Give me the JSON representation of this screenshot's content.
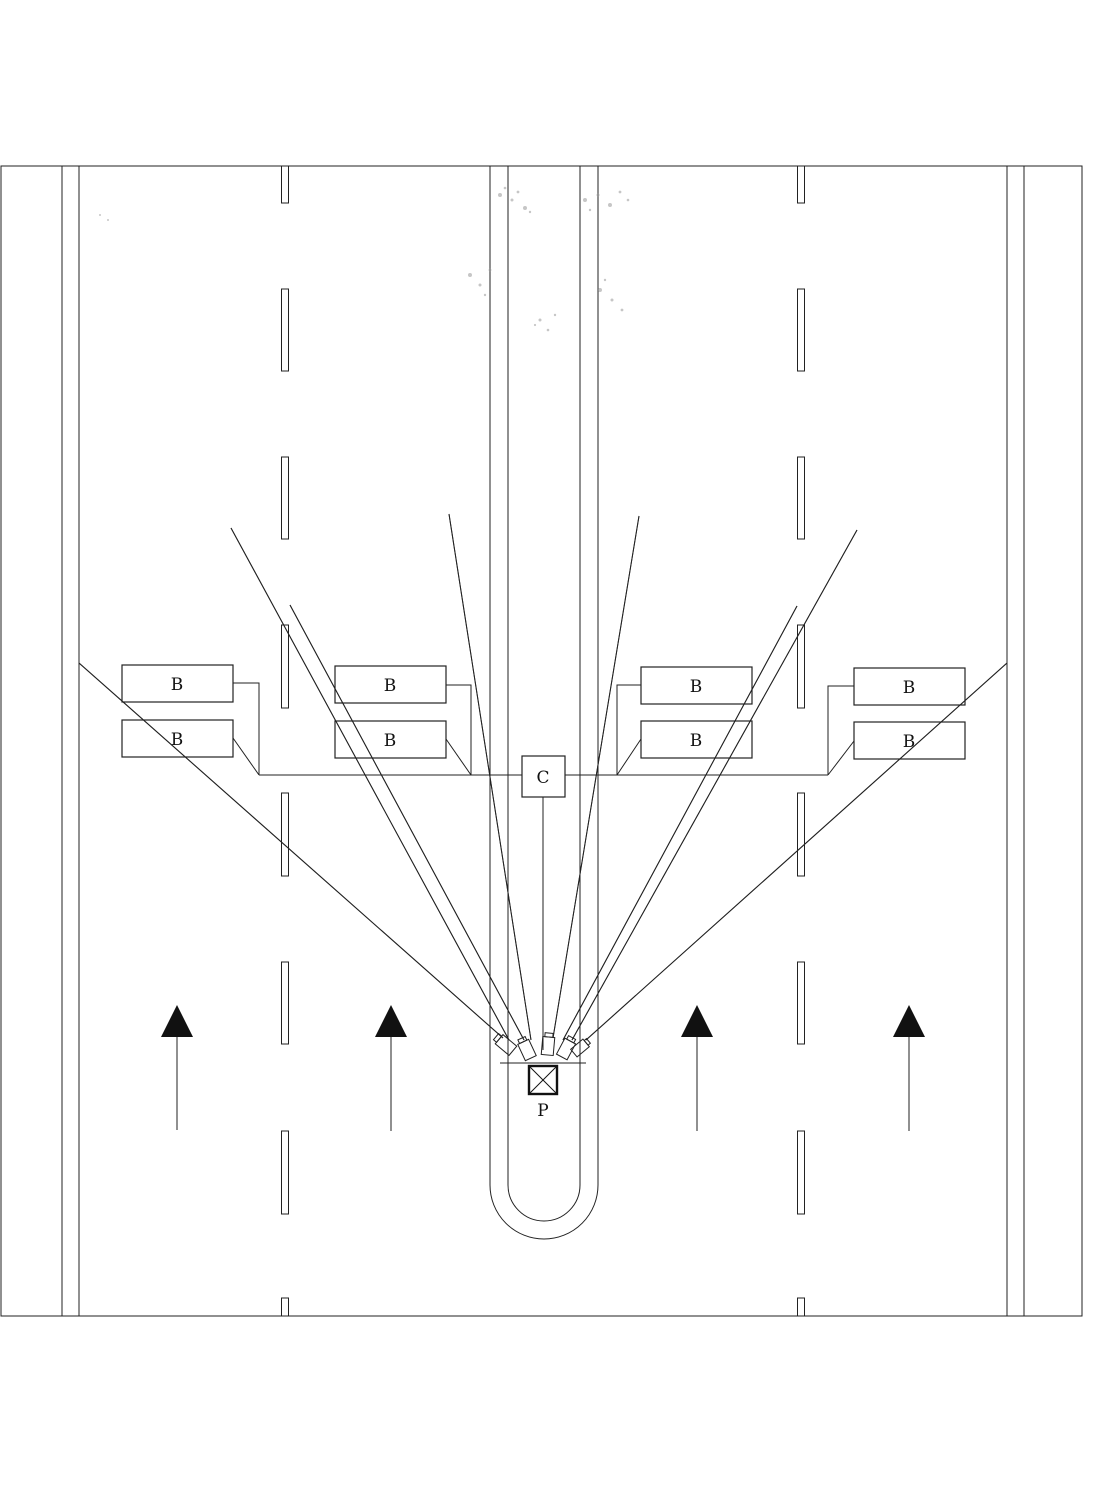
{
  "labels": {
    "box_b": "B",
    "box_c": "C",
    "box_p": "P"
  },
  "colors": {
    "line": "#222222",
    "arrow": "#111111",
    "background": "#ffffff"
  },
  "components": {
    "b_boxes": 8,
    "controller": "C",
    "pole": "P",
    "cameras": 5,
    "traffic_arrows": 4
  }
}
